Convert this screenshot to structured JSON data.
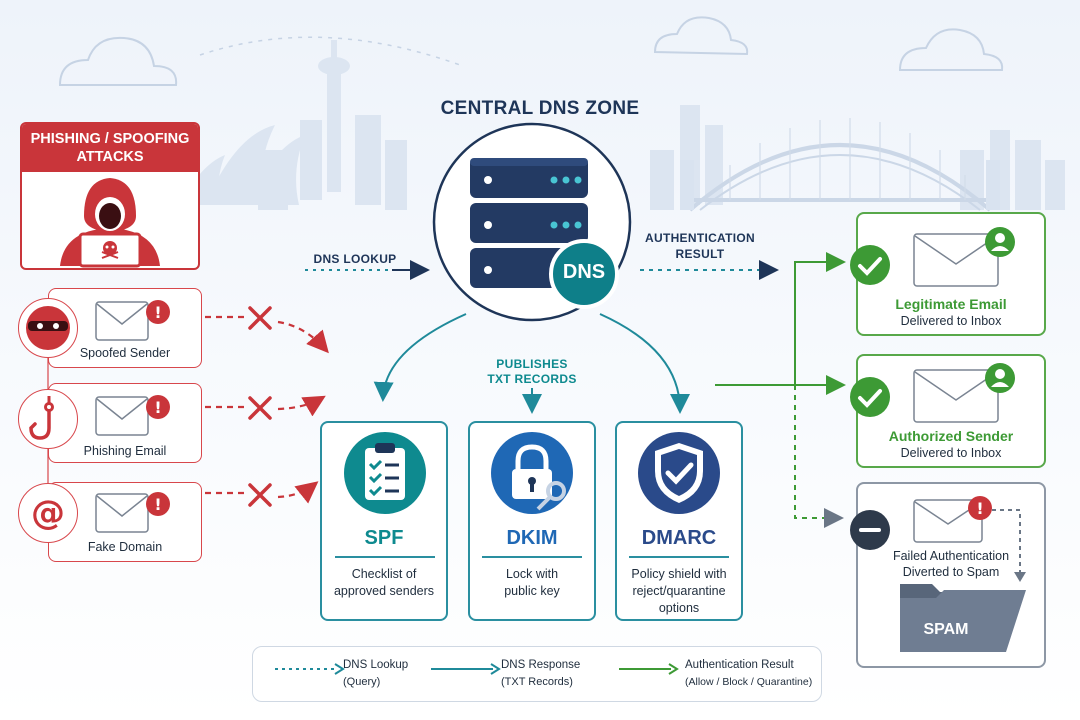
{
  "zone": {
    "title": "CENTRAL DNS ZONE",
    "server_badge": "DNS"
  },
  "flow": {
    "lookup_label": "DNS LOOKUP",
    "auth_result_label": [
      "AUTHENTICATION",
      "RESULT"
    ],
    "publishes_label": [
      "PUBLISHES",
      "TXT RECORDS"
    ]
  },
  "attacks": {
    "title": [
      "PHISHING / SPOOFING",
      "ATTACKS"
    ],
    "threats": [
      {
        "label": "Spoofed Sender",
        "icon": "masked-bandit-icon"
      },
      {
        "label": "Phishing Email",
        "icon": "fishing-hook-icon"
      },
      {
        "label": "Fake Domain",
        "icon": "at-sign-icon"
      }
    ]
  },
  "records": [
    {
      "name": "SPF",
      "desc": [
        "Checklist of",
        "approved senders"
      ],
      "icon": "clipboard-checklist-icon",
      "color": "#0e8a8f"
    },
    {
      "name": "DKIM",
      "desc": [
        "Lock with",
        "public key"
      ],
      "icon": "padlock-key-icon",
      "color": "#1f68b5"
    },
    {
      "name": "DMARC",
      "desc": [
        "Policy shield with",
        "reject/quarantine",
        "options"
      ],
      "icon": "shield-check-icon",
      "color": "#2a4a8a"
    }
  ],
  "outcomes": [
    {
      "title": "Legitimate Email",
      "sub": "Delivered to Inbox",
      "status": "pass"
    },
    {
      "title": "Authorized Sender",
      "sub": "Delivered to Inbox",
      "status": "pass"
    },
    {
      "title": "Failed Authentication",
      "sub": "Diverted to Spam",
      "status": "fail",
      "folder_label": "SPAM"
    }
  ],
  "legend": [
    {
      "label": "DNS Lookup",
      "sub": "(Query)",
      "color": "#1f8a9a"
    },
    {
      "label": "DNS Response",
      "sub": "(TXT Records)",
      "color": "#1f8a9a"
    },
    {
      "label": "Authentication Result",
      "sub": "(Allow / Block / Quarantine)",
      "color": "#3d9a35"
    }
  ],
  "colors": {
    "threat": "#c9353a",
    "teal": "#1f8a9a",
    "pass": "#3d9a35",
    "navy": "#1e3558"
  }
}
